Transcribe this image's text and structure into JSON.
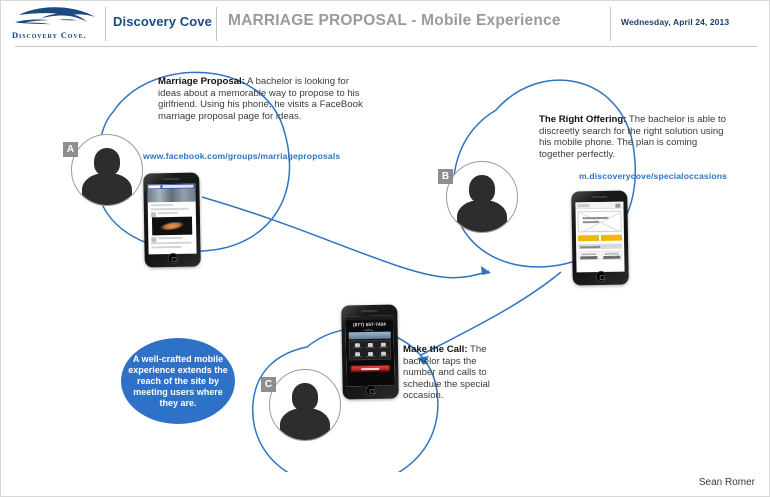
{
  "header": {
    "brand": "Discovery Cove",
    "logo_wordmark": "Discovery Cove.",
    "logo_icon": "dolphin-logo",
    "title": "MARRIAGE PROPOSAL - Mobile Experience",
    "date": "Wednesday, April 24, 2013",
    "brand_color": "#1b4a80",
    "title_color": "#9a9a9a",
    "date_color": "#1e3f6b"
  },
  "callout": {
    "text": "A well-crafted mobile experience extends the reach of the site by meeting users where they are.",
    "background": "#2e72c7",
    "text_color": "#ffffff"
  },
  "steps": [
    {
      "badge": "A",
      "heading": "Marriage Proposal:",
      "body": " A bachelor is looking for ideas about a memorable way to propose to his girlfriend. Using his phone, he visits a FaceBook marriage proposal page for ideas.",
      "url": "www.facebook.com/groups/marriageproposals",
      "avatar": "user-avatar",
      "phone_screen": "facebook-mobile-page"
    },
    {
      "badge": "B",
      "heading": "The Right Offering:",
      "body": " The bachelor is able to discreetly search for the right solution using his mobile phone. The plan is coming together perfectly.",
      "url": "m.discoverycove/specialoccasions",
      "avatar": "user-avatar",
      "phone_screen": "discovery-cove-mobile-special-occasions"
    },
    {
      "badge": "C",
      "heading": "Make the Call:",
      "body": " The bachelor taps the number and calls to schedule the special occasion.",
      "url": "",
      "avatar": "user-avatar",
      "phone_screen": "active-call-screen"
    }
  ],
  "phone_c_screen": {
    "phone_number": "(877) 557-7404",
    "call_status": "calling...",
    "end_call_label": ""
  },
  "arc_color": "#2f74c0",
  "footer": {
    "author": "Sean Romer"
  }
}
